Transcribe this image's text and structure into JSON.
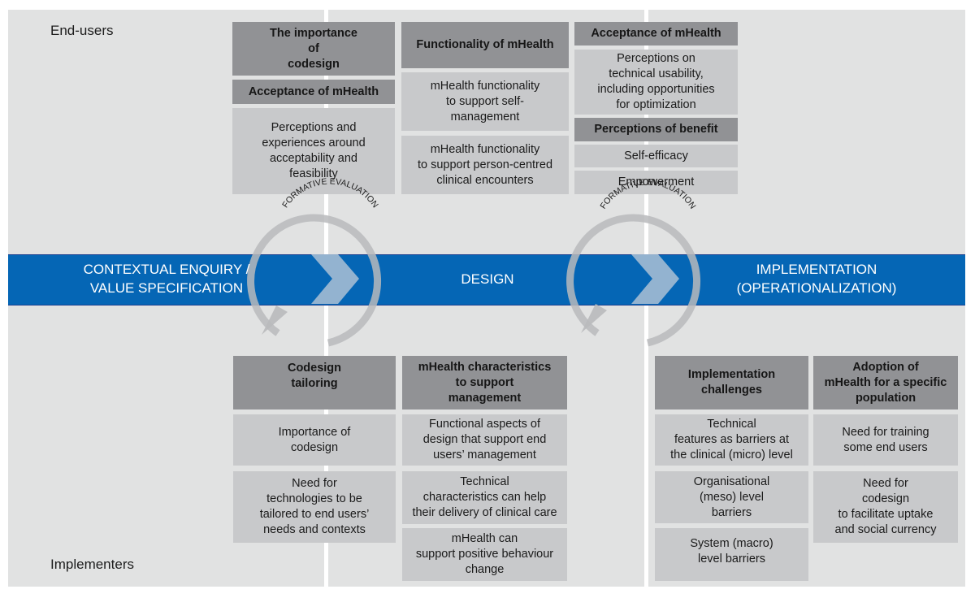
{
  "lanes": {
    "top_label": "End-users",
    "bottom_label": "Implementers"
  },
  "phases": [
    {
      "label": "CONTEXTUAL ENQUIRY /\nVALUE SPECIFICATION"
    },
    {
      "label": "DESIGN"
    },
    {
      "label": "IMPLEMENTATION\n(OPERATIONALIZATION)"
    }
  ],
  "cycles": [
    {
      "label": "FORMATIVE EVALUATION"
    },
    {
      "label": "FORMATIVE EVALUATION"
    }
  ],
  "colors": {
    "band": "#0566b5",
    "header_box": "#919295",
    "content_box": "#c8c9cb",
    "panel": "#e1e2e2",
    "cycle": "#b9babc",
    "chevron": "#a3bbd3"
  },
  "end_users": {
    "col1": [
      {
        "type": "header",
        "text": "The importance\nof\ncodesign"
      },
      {
        "type": "header",
        "text": "Acceptance of mHealth"
      },
      {
        "type": "cell",
        "text": "Perceptions and\nexperiences around\nacceptability and\nfeasibility"
      }
    ],
    "col2": [
      {
        "type": "header",
        "text": "Functionality of mHealth"
      },
      {
        "type": "cell",
        "text": "mHealth functionality\nto support self-\nmanagement"
      },
      {
        "type": "cell",
        "text": "mHealth functionality\nto support person-centred\nclinical encounters"
      }
    ],
    "col3": [
      {
        "type": "header",
        "text": "Acceptance of mHealth"
      },
      {
        "type": "cell",
        "text": "Perceptions on\ntechnical usability,\nincluding opportunities\nfor optimization"
      },
      {
        "type": "header",
        "text": "Perceptions of benefit"
      },
      {
        "type": "cell",
        "text": "Self-efficacy"
      },
      {
        "type": "cell",
        "text": "Empowerment"
      }
    ]
  },
  "implementers": {
    "col1": [
      {
        "type": "header",
        "text": "Codesign\ntailoring"
      },
      {
        "type": "cell",
        "text": "Importance of\ncodesign"
      },
      {
        "type": "cell",
        "text": "Need for\ntechnologies to be\ntailored to end users’\nneeds and contexts"
      }
    ],
    "col2": [
      {
        "type": "header",
        "text": "mHealth characteristics\nto support\nmanagement"
      },
      {
        "type": "cell",
        "text": "Functional aspects of\ndesign that support end\nusers’ management"
      },
      {
        "type": "cell",
        "text": "Technical\ncharacteristics can help\ntheir delivery of clinical care"
      },
      {
        "type": "cell",
        "text": "mHealth can\nsupport positive behaviour\nchange"
      }
    ],
    "col3": [
      {
        "type": "header",
        "text": "Implementation\nchallenges"
      },
      {
        "type": "cell",
        "text": "Technical\nfeatures as barriers at\nthe clinical (micro) level"
      },
      {
        "type": "cell",
        "text": "Organisational\n(meso) level\nbarriers"
      },
      {
        "type": "cell",
        "text": "System (macro)\nlevel barriers"
      }
    ],
    "col4": [
      {
        "type": "header",
        "text": "Adoption of\nmHealth for a specific\npopulation"
      },
      {
        "type": "cell",
        "text": "Need for training\nsome end users"
      },
      {
        "type": "cell",
        "text": "Need for\ncodesign\nto facilitate uptake\nand social currency"
      }
    ]
  }
}
